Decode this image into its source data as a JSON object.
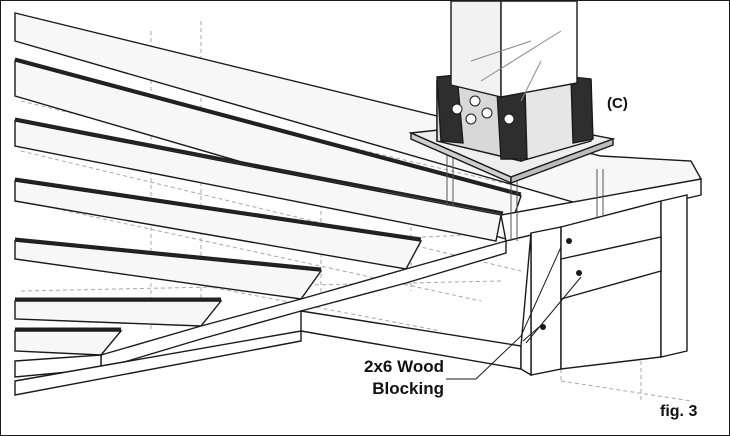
{
  "diagram": {
    "callouts": {
      "post_mount": "(C)",
      "blocking_line1": "2x6 Wood",
      "blocking_line2": "Blocking"
    },
    "figure_label": "fig. 3"
  },
  "colors": {
    "line": "#1a1a1a",
    "hidden_line": "#9a9a9a",
    "fill_light": "#f4f4f4",
    "fill_dark": "#3a3a3a"
  }
}
